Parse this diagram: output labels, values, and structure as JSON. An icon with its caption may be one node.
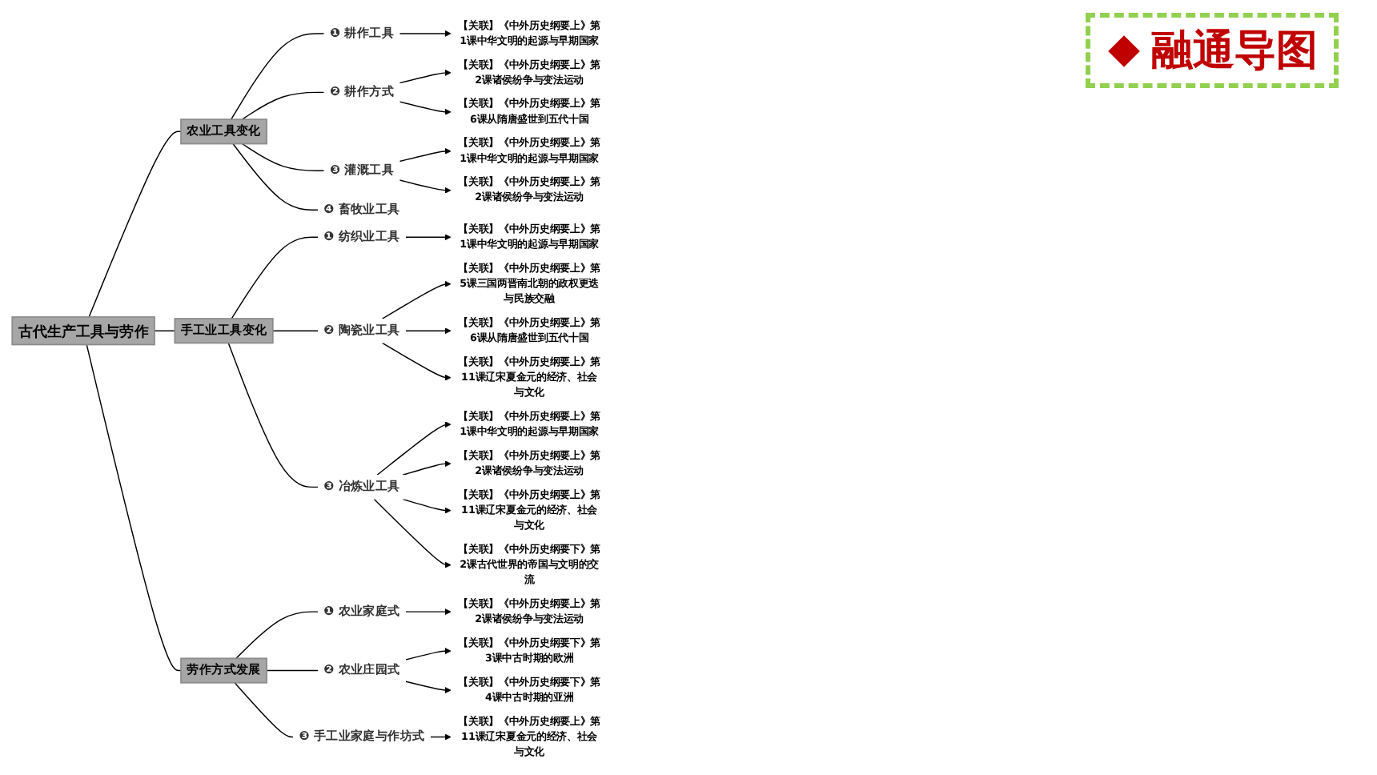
{
  "diagram": {
    "title": "融通导图",
    "nodes": [
      {
        "text": [
          "古代生产工具与劳作"
        ]
      },
      {
        "text": [
          "农业工具变化"
        ]
      },
      {
        "text": [
          "❶ 耕作工具"
        ]
      },
      {
        "text": [
          "【关联】《中外历史纲要上》第1课中华文明的起源与早期国家"
        ]
      },
      {
        "text": [
          "❷ 耕作方式"
        ]
      },
      {
        "text": [
          "【关联】《中外历史纲要上》第2课诸侯纷争与变法运动"
        ]
      },
      {
        "text": [
          "【关联】《中外历史纲要上》第6课从隋唐盛世到五代十国"
        ]
      },
      {
        "text": [
          "❸ 灌溉工具"
        ]
      },
      {
        "text": [
          "【关联】《中外历史纲要上》第1课中华文明的起源与早期国家"
        ]
      },
      {
        "text": [
          "【关联】《中外历史纲要上》第2课诸侯纷争与变法运动"
        ]
      },
      {
        "text": [
          "❹ 畜牧业工具"
        ]
      },
      {
        "text": [
          "手工业工具变化"
        ]
      },
      {
        "text": [
          "❶ 纺织业工具"
        ]
      },
      {
        "text": [
          "【关联】《中外历史纲要上》第1课中华文明的起源与早期国家"
        ]
      },
      {
        "text": [
          "❷ 陶瓷业工具"
        ]
      },
      {
        "text": [
          "【关联】《中外历史纲要上》第5课三国两晋南北朝的政权更迭与民族交融"
        ]
      },
      {
        "text": [
          "【关联】《中外历史纲要上》第6课从隋唐盛世到五代十国"
        ]
      },
      {
        "text": [
          "【关联】《中外历史纲要上》第11课辽宋夏金元的经济、社会与文化"
        ]
      },
      {
        "text": [
          "❸ 冶炼业工具"
        ]
      },
      {
        "text": [
          "【关联】《中外历史纲要上》第1课中华文明的起源与早期国家"
        ]
      },
      {
        "text": [
          "【关联】《中外历史纲要上》第2课诸侯纷争与变法运动"
        ]
      },
      {
        "text": [
          "【关联】《中外历史纲要上》第11课辽宋夏金元的经济、社会与文化"
        ]
      },
      {
        "text": [
          "【关联】《中外历史纲要下》第2课古代世界的帝国与文明的交流"
        ]
      },
      {
        "text": [
          "劳作方式发展"
        ]
      },
      {
        "text": [
          "❶ 农业家庭式"
        ]
      },
      {
        "text": [
          "【关联】《中外历史纲要上》第2课诸侯纷争与变法运动"
        ]
      },
      {
        "text": [
          "❷ 农业庄园式"
        ]
      },
      {
        "text": [
          "【关联】《中外历史纲要下》第3课中古时期的欧洲"
        ]
      },
      {
        "text": [
          "【关联】《中外历史纲要下》第4课中古时期的亚洲"
        ]
      },
      {
        "text": [
          "❸ 手工业家庭与作坊式"
        ]
      },
      {
        "text": [
          "【关联】《中外历史纲要上》第11课辽宋夏金元的经济、社会与文化"
        ]
      }
    ],
    "edges": [
      {
        "from": 0,
        "to": 1,
        "arrow": "none"
      },
      {
        "from": 0,
        "to": 11,
        "arrow": "none"
      },
      {
        "from": 0,
        "to": 23,
        "arrow": "none"
      },
      {
        "from": 1,
        "to": 2,
        "arrow": "none"
      },
      {
        "from": 1,
        "to": 4,
        "arrow": "none"
      },
      {
        "from": 1,
        "to": 7,
        "arrow": "none"
      },
      {
        "from": 1,
        "to": 10,
        "arrow": "none"
      },
      {
        "from": 2,
        "to": 3,
        "arrow": "to"
      },
      {
        "from": 4,
        "to": 5,
        "arrow": "to"
      },
      {
        "from": 4,
        "to": 6,
        "arrow": "to"
      },
      {
        "from": 7,
        "to": 8,
        "arrow": "to"
      },
      {
        "from": 7,
        "to": 9,
        "arrow": "to"
      },
      {
        "from": 11,
        "to": 12,
        "arrow": "none"
      },
      {
        "from": 11,
        "to": 14,
        "arrow": "none"
      },
      {
        "from": 11,
        "to": 18,
        "arrow": "none"
      },
      {
        "from": 12,
        "to": 13,
        "arrow": "to"
      },
      {
        "from": 14,
        "to": 15,
        "arrow": "to"
      },
      {
        "from": 14,
        "to": 16,
        "arrow": "to"
      },
      {
        "from": 14,
        "to": 17,
        "arrow": "to"
      },
      {
        "from": 18,
        "to": 19,
        "arrow": "to"
      },
      {
        "from": 18,
        "to": 20,
        "arrow": "to"
      },
      {
        "from": 18,
        "to": 21,
        "arrow": "to"
      },
      {
        "from": 18,
        "to": 22,
        "arrow": "to"
      },
      {
        "from": 23,
        "to": 24,
        "arrow": "none"
      },
      {
        "from": 23,
        "to": 26,
        "arrow": "none"
      },
      {
        "from": 23,
        "to": 29,
        "arrow": "none"
      },
      {
        "from": 24,
        "to": 25,
        "arrow": "to"
      },
      {
        "from": 26,
        "to": 27,
        "arrow": "to"
      },
      {
        "from": 26,
        "to": 28,
        "arrow": "to"
      },
      {
        "from": 29,
        "to": 30,
        "arrow": "to"
      }
    ]
  }
}
